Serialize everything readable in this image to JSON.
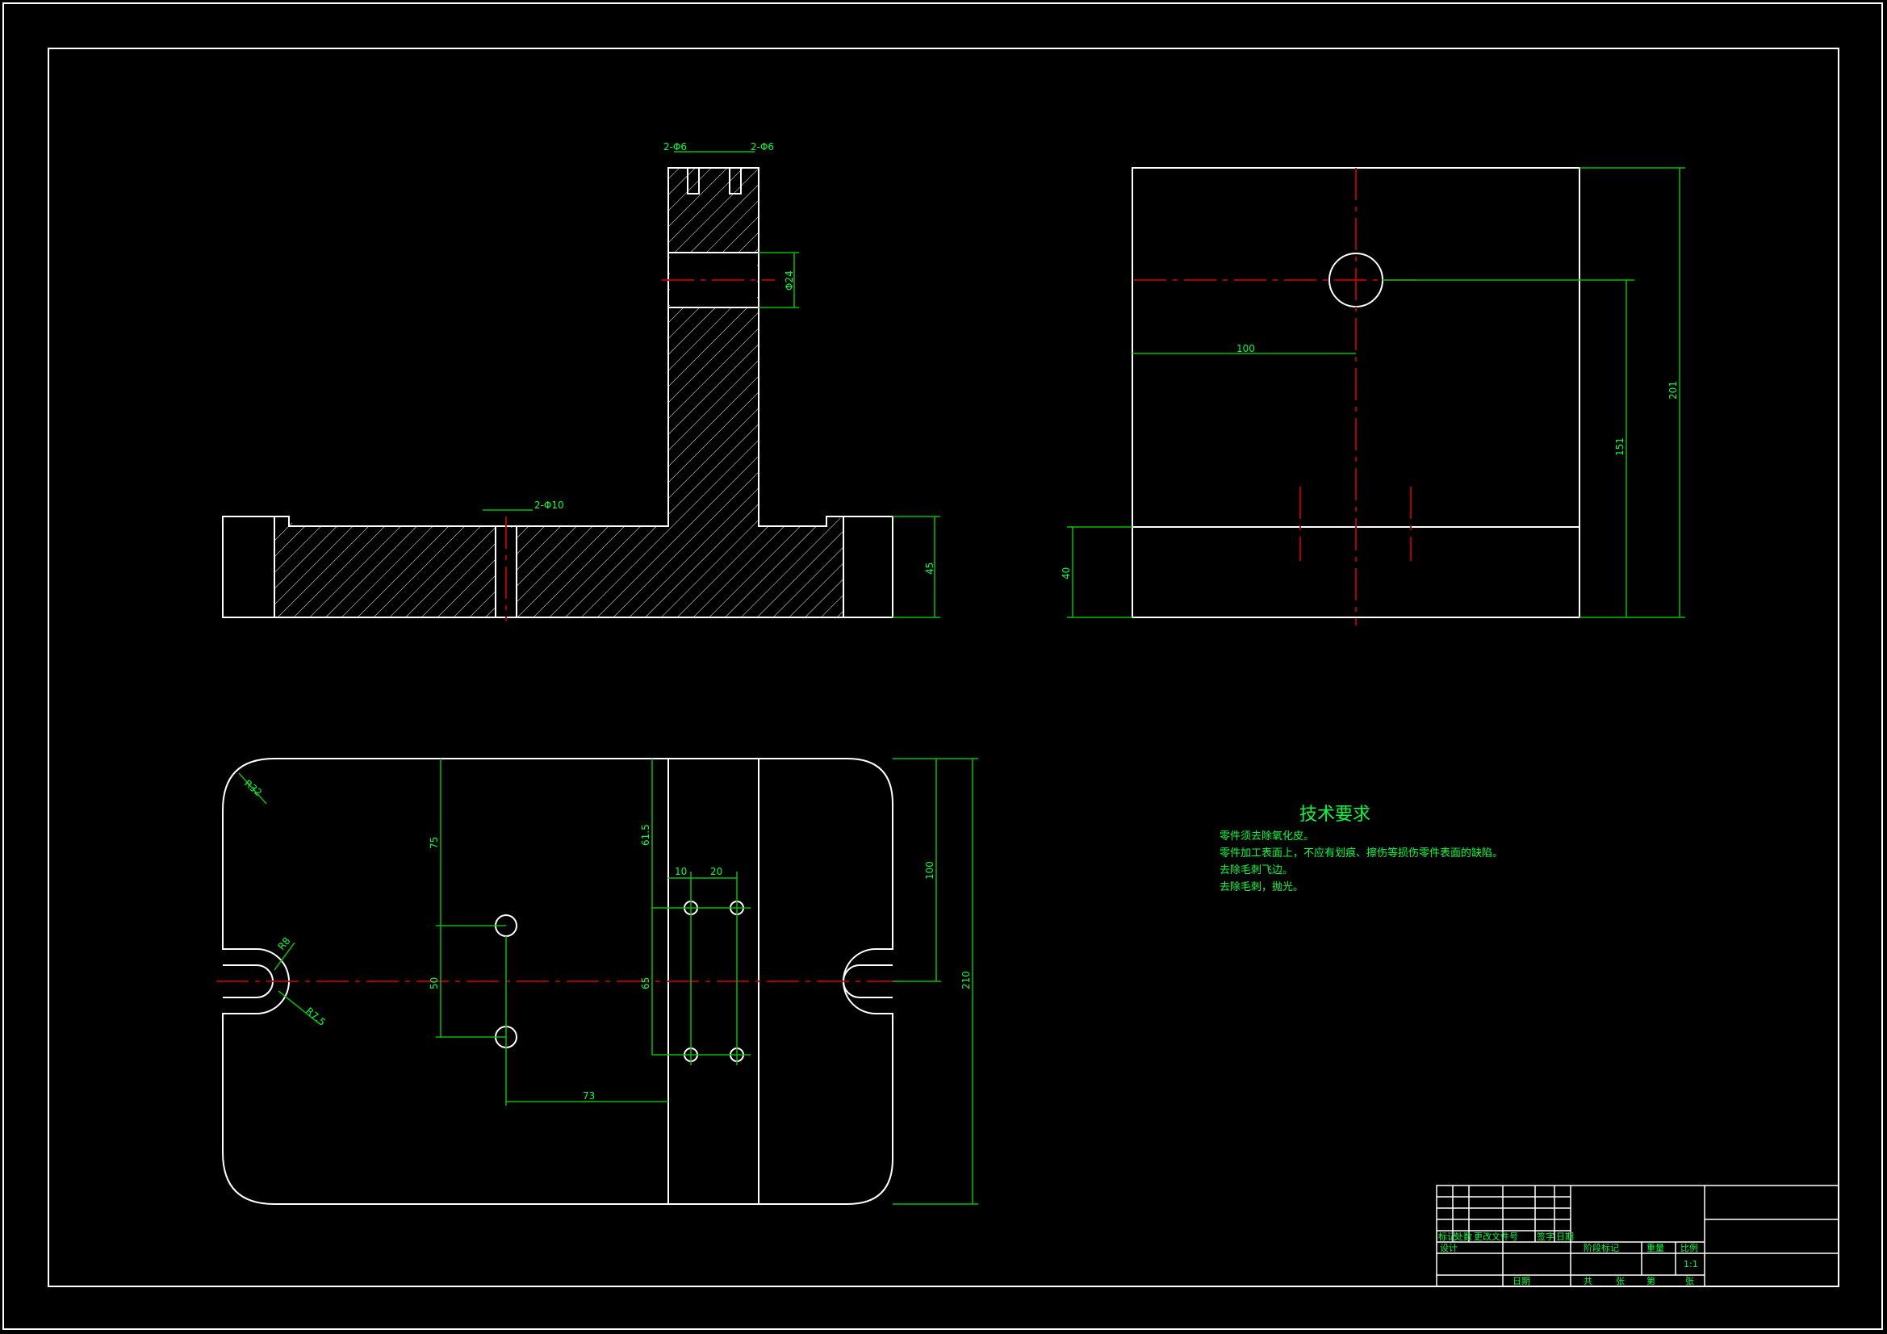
{
  "front_view": {
    "dims": [
      "2-Φ6",
      "2-Φ6",
      "Φ24",
      "2-Φ10",
      "45"
    ]
  },
  "side_view": {
    "dims": [
      "100",
      "151",
      "201",
      "40"
    ]
  },
  "top_view": {
    "dims": [
      "R32",
      "R8",
      "R7.5",
      "75",
      "50",
      "61.5",
      "10",
      "20",
      "65",
      "73",
      "100",
      "210"
    ]
  },
  "notes": {
    "title": "技术要求",
    "lines": [
      "零件须去除氧化皮。",
      "零件加工表面上，不应有划痕、擦伤等损伤零件表面的缺陷。",
      "去除毛刺飞边。",
      "去除毛刺，抛光。"
    ]
  },
  "title_block": {
    "labels": [
      "标记",
      "处数",
      "更改文件号",
      "签字",
      "日期",
      "设计",
      "日期",
      "阶段标记",
      "重量",
      "比例",
      "1:1",
      "共",
      "张",
      "第",
      "张"
    ]
  }
}
